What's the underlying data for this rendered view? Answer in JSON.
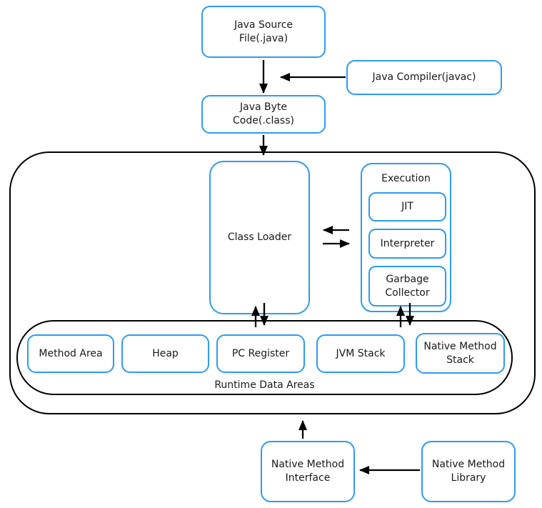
{
  "colors": {
    "node_border": "#2E9BF2",
    "line": "#000000",
    "text": "#1A1A1A",
    "background": "#FFFFFF"
  },
  "nodes": {
    "java_source": {
      "label": "Java Source\nFile(.java)"
    },
    "java_compiler": {
      "label": "Java Compiler(javac)"
    },
    "java_byte_code": {
      "label": "Java Byte\nCode(.class)"
    },
    "class_loader": {
      "label": "Class Loader"
    },
    "execution": {
      "label": "Execution"
    },
    "jit": {
      "label": "JIT"
    },
    "interpreter": {
      "label": "Interpreter"
    },
    "garbage_collector": {
      "label": "Garbage\nCollector"
    },
    "method_area": {
      "label": "Method Area"
    },
    "heap": {
      "label": "Heap"
    },
    "pc_register": {
      "label": "PC Register"
    },
    "jvm_stack": {
      "label": "JVM Stack"
    },
    "native_method_stack": {
      "label": "Native Method\nStack"
    },
    "runtime_data_areas": {
      "label": "Runtime Data Areas"
    },
    "native_method_interface": {
      "label": "Native Method\nInterface"
    },
    "native_method_library": {
      "label": "Native Method\nLibrary"
    }
  }
}
